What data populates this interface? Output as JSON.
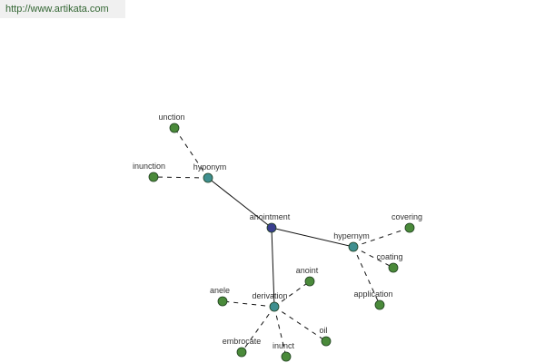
{
  "header": {
    "url": "http://www.artikata.com"
  },
  "graph": {
    "colors": {
      "root": "#3a3f8f",
      "relation": "#3f8f8f",
      "word": "#4a8a3a"
    },
    "nodes": {
      "root": {
        "label": "anointment",
        "kind": "root"
      },
      "hyponym": {
        "label": "hyponym",
        "kind": "relation"
      },
      "hypernym": {
        "label": "hypernym",
        "kind": "relation"
      },
      "derivation": {
        "label": "derivation",
        "kind": "relation"
      },
      "unction": {
        "label": "unction",
        "kind": "word"
      },
      "inunction": {
        "label": "inunction",
        "kind": "word"
      },
      "covering": {
        "label": "covering",
        "kind": "word"
      },
      "coating": {
        "label": "coating",
        "kind": "word"
      },
      "application": {
        "label": "application",
        "kind": "word"
      },
      "anoint": {
        "label": "anoint",
        "kind": "word"
      },
      "anele": {
        "label": "anele",
        "kind": "word"
      },
      "oil": {
        "label": "oil",
        "kind": "word"
      },
      "embrocate": {
        "label": "embrocate",
        "kind": "word"
      },
      "inunct": {
        "label": "inunct",
        "kind": "word"
      }
    },
    "edges": [
      {
        "from": "root",
        "to": "hyponym",
        "style": "solid"
      },
      {
        "from": "root",
        "to": "hypernym",
        "style": "solid"
      },
      {
        "from": "root",
        "to": "derivation",
        "style": "solid"
      },
      {
        "from": "hyponym",
        "to": "unction",
        "style": "dashed"
      },
      {
        "from": "hyponym",
        "to": "inunction",
        "style": "dashed"
      },
      {
        "from": "hypernym",
        "to": "covering",
        "style": "dashed"
      },
      {
        "from": "hypernym",
        "to": "coating",
        "style": "dashed"
      },
      {
        "from": "hypernym",
        "to": "application",
        "style": "dashed"
      },
      {
        "from": "derivation",
        "to": "anoint",
        "style": "dashed"
      },
      {
        "from": "derivation",
        "to": "anele",
        "style": "dashed"
      },
      {
        "from": "derivation",
        "to": "oil",
        "style": "dashed"
      },
      {
        "from": "derivation",
        "to": "embrocate",
        "style": "dashed"
      },
      {
        "from": "derivation",
        "to": "inunct",
        "style": "dashed"
      }
    ]
  }
}
